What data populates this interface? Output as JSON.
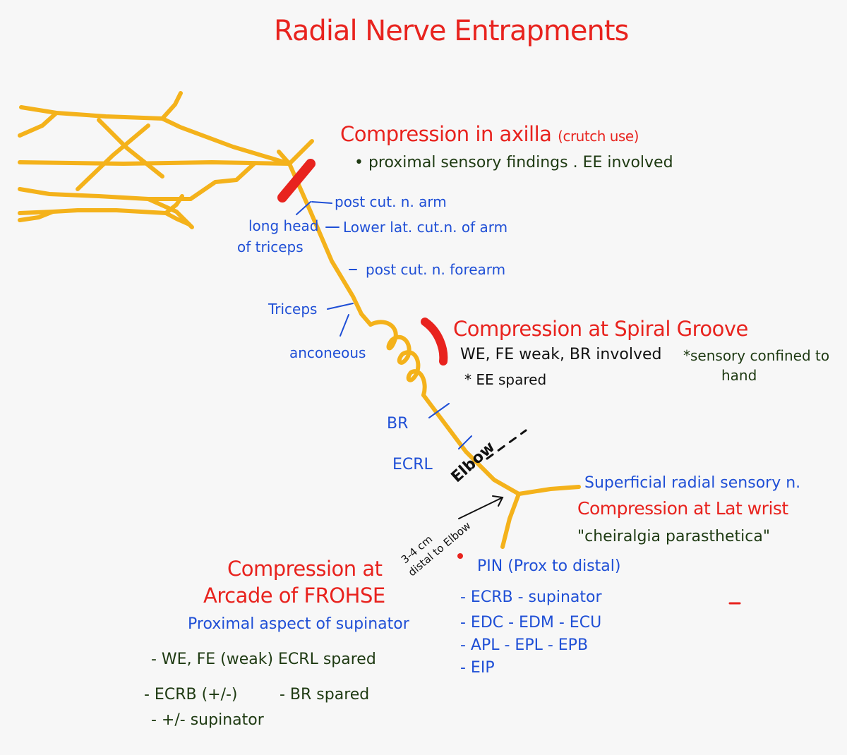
{
  "title": "Radial Nerve Entrapments",
  "colors": {
    "nerve": "#f4b21b",
    "compression_mark": "#e8231e",
    "heading": "#e8231e",
    "branch_label": "#1f4fd6",
    "finding": "#1e3a12",
    "annotation": "#111111"
  },
  "axilla": {
    "heading": "Compression in axilla",
    "cause": "(crutch use)",
    "finding": "• proximal sensory findings . EE involved"
  },
  "branches": {
    "post_cut_arm": "post cut. n. arm",
    "long_head": "long head",
    "of_triceps": "of triceps",
    "lower_lat": "Lower lat. cut.n. of arm",
    "post_cut_forearm": "post cut. n. forearm",
    "triceps": "Triceps",
    "anconeus": "anconeous",
    "br": "BR",
    "ecrl": "ECRL"
  },
  "spiral": {
    "heading": "Compression at Spiral Groove",
    "finding": "WE, FE weak, BR involved",
    "spared": "* EE spared",
    "sensory_1": "*sensory confined to",
    "sensory_2": "hand"
  },
  "elbow": {
    "label": "Elbow",
    "distance_1": "3-4 cm",
    "distance_2": "distal to Elbow"
  },
  "wrist": {
    "superficial": "Superficial radial sensory n.",
    "heading": "Compression at Lat wrist",
    "eponym": "\"cheiralgia parasthetica\""
  },
  "frohse": {
    "heading_1": "Compression at",
    "heading_2": "Arcade of FROHSE",
    "subtitle": "Proximal aspect of supinator",
    "finding_1": "- WE, FE (weak) ECRL spared",
    "finding_2": "- ECRB (+/-)",
    "finding_3": "- BR spared",
    "finding_4": "- +/- supinator"
  },
  "pin": {
    "heading": "PIN (Prox to distal)",
    "row_1": "- ECRB  - supinator",
    "row_2": "- EDC  - EDM  - ECU",
    "row_3": "- APL  - EPL  - EPB",
    "row_4": "- EIP"
  }
}
